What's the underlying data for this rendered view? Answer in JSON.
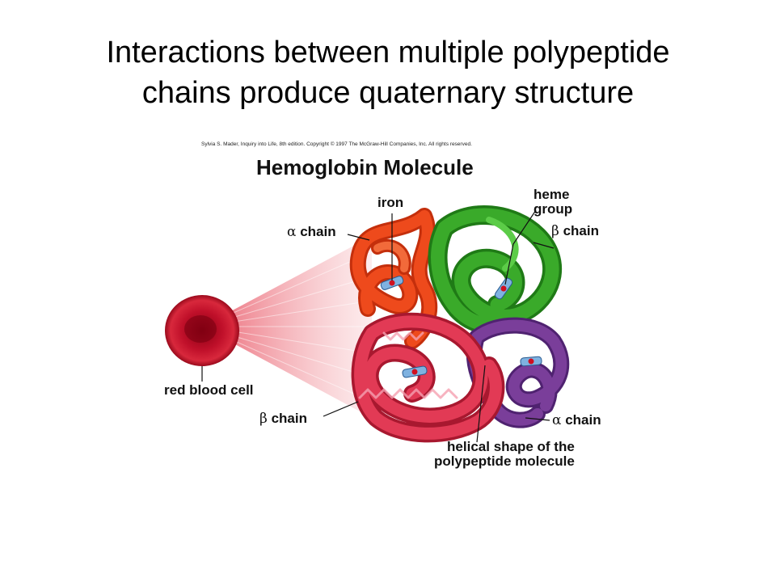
{
  "slide": {
    "title_line1": "Interactions between multiple polypeptide",
    "title_line2": "chains produce quaternary structure"
  },
  "figure": {
    "credit": "Sylvia S. Mader, Inquiry into Life, 8th edition. Copyright © 1997 The McGraw-Hill Companies, Inc. All rights reserved.",
    "title": "Hemoglobin Molecule",
    "labels": {
      "iron": "iron",
      "heme_line1": "heme",
      "heme_line2": "group",
      "alpha_symbol": "α",
      "beta_symbol": "β",
      "chain_word": "chain",
      "red_blood_cell": "red blood cell",
      "helical_line1": "helical shape of the",
      "helical_line2": "polypeptide molecule"
    },
    "colors": {
      "alpha_top": "#ee4a1c",
      "beta_top": "#3aaa2a",
      "beta_bottom": "#e23a55",
      "alpha_bottom": "#7a3e9a",
      "blood_cell": "#c0102a",
      "heme": "#7fb2e0"
    }
  }
}
